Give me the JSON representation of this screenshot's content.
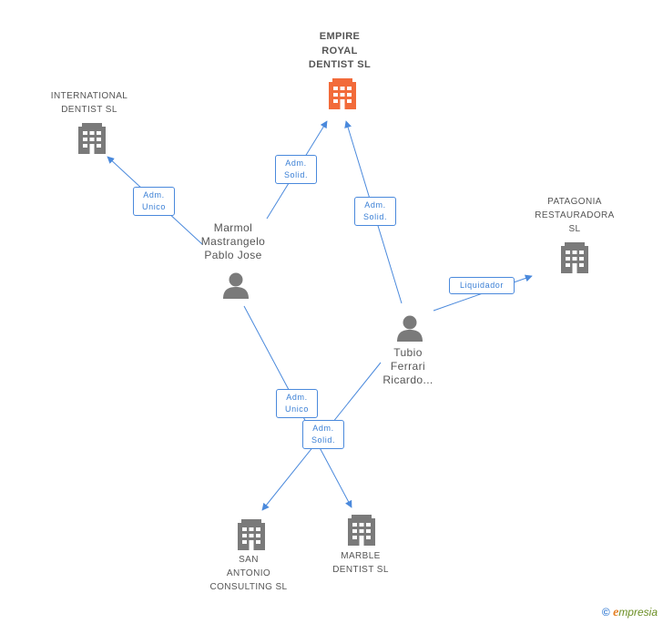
{
  "colors": {
    "edge": "#4a89dc",
    "company_icon": "#7a7a7a",
    "main_company_icon": "#f26b3a",
    "person_icon": "#7a7a7a",
    "label_text": "#555555"
  },
  "nodes": {
    "empire": {
      "name": "EMPIRE\nROYAL\nDENTIST  SL",
      "icon": "building-icon"
    },
    "international": {
      "name": "INTERNATIONAL\nDENTIST  SL",
      "icon": "building-icon"
    },
    "patagonia": {
      "name": "PATAGONIA\nRESTAURADORA\nSL",
      "icon": "building-icon"
    },
    "marmol": {
      "name": "Marmol\nMastrangelo\nPablo Jose",
      "icon": "person-icon"
    },
    "tubio": {
      "name": "Tubio\nFerrari\nRicardo...",
      "icon": "person-icon"
    },
    "san_antonio": {
      "name": "SAN\nANTONIO\nCONSULTING SL",
      "icon": "building-icon"
    },
    "marble": {
      "name": "MARBLE\nDENTIST  SL",
      "icon": "building-icon"
    }
  },
  "edges": [
    {
      "from": "marmol",
      "to": "international",
      "label": "Adm.\nUnico"
    },
    {
      "from": "marmol",
      "to": "empire",
      "label": "Adm.\nSolid."
    },
    {
      "from": "tubio",
      "to": "empire",
      "label": "Adm.\nSolid."
    },
    {
      "from": "tubio",
      "to": "patagonia",
      "label": "Liquidador"
    },
    {
      "from": "marmol",
      "to": "marble",
      "label": "Adm.\nUnico"
    },
    {
      "from": "tubio",
      "to": "san_antonio",
      "label": "Adm.\nSolid."
    }
  ],
  "footer": {
    "copyright_symbol": "©",
    "brand_initial": "e",
    "brand_rest": "mpresia"
  }
}
